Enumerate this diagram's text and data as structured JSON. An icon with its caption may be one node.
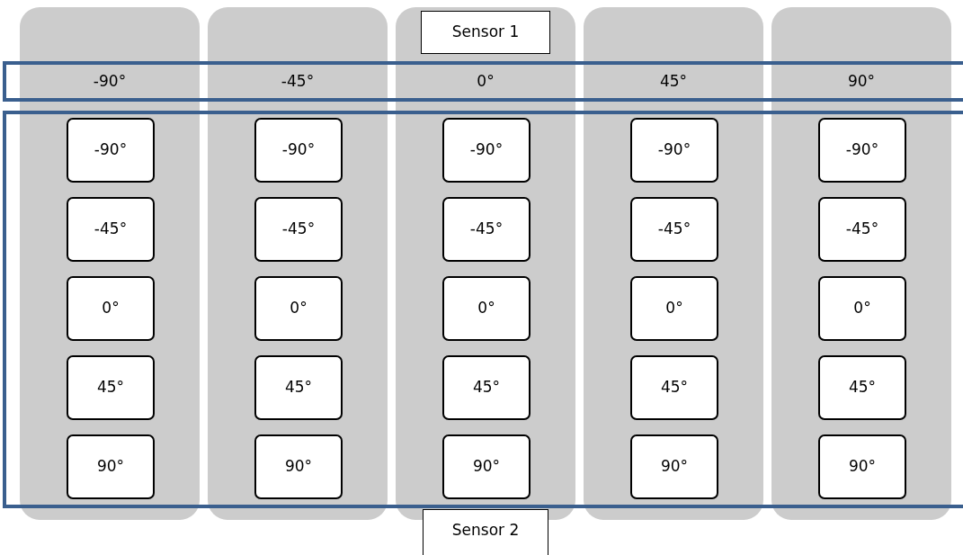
{
  "diagram": {
    "nodes": [
      {
        "text": [],
        "shape": "box"
      },
      {
        "text": [],
        "shape": "box"
      },
      {
        "text": [],
        "shape": "box"
      },
      {
        "text": [],
        "shape": "box"
      },
      {
        "text": [],
        "shape": "box"
      },
      {
        "text": [
          "Sensor 1"
        ],
        "in": 2
      },
      {
        "text": [
          "-90°",
          "-45°",
          "0°",
          "45°",
          "90°"
        ]
      },
      {
        "text": [],
        "shape": "box"
      },
      {
        "text": [
          "-90°"
        ]
      },
      {
        "text": [
          "-45°"
        ]
      },
      {
        "text": [
          "0°"
        ]
      },
      {
        "text": [
          "45°"
        ]
      },
      {
        "text": [
          "90°"
        ]
      },
      {
        "text": [
          "-90°"
        ]
      },
      {
        "text": [
          "-45°"
        ]
      },
      {
        "text": [
          "0°"
        ]
      },
      {
        "text": [
          "45°"
        ]
      },
      {
        "text": [
          "90°"
        ]
      },
      {
        "text": [
          "-90°"
        ]
      },
      {
        "text": [
          "-45°"
        ]
      },
      {
        "text": [
          "0°"
        ]
      },
      {
        "text": [
          "45°"
        ]
      },
      {
        "text": [
          "90°"
        ]
      },
      {
        "text": [
          "-90°"
        ]
      },
      {
        "text": [
          "-45°"
        ]
      },
      {
        "text": [
          "0°"
        ]
      },
      {
        "text": [
          "45°"
        ]
      },
      {
        "text": [
          "90°"
        ]
      },
      {
        "text": [
          "-90°"
        ]
      },
      {
        "text": [
          "-45°"
        ]
      },
      {
        "text": [
          "0°"
        ]
      },
      {
        "text": [
          "45°"
        ]
      },
      {
        "text": [
          "90°"
        ]
      },
      {
        "text": [
          "Sensor 2"
        ]
      }
    ],
    "edges": []
  }
}
